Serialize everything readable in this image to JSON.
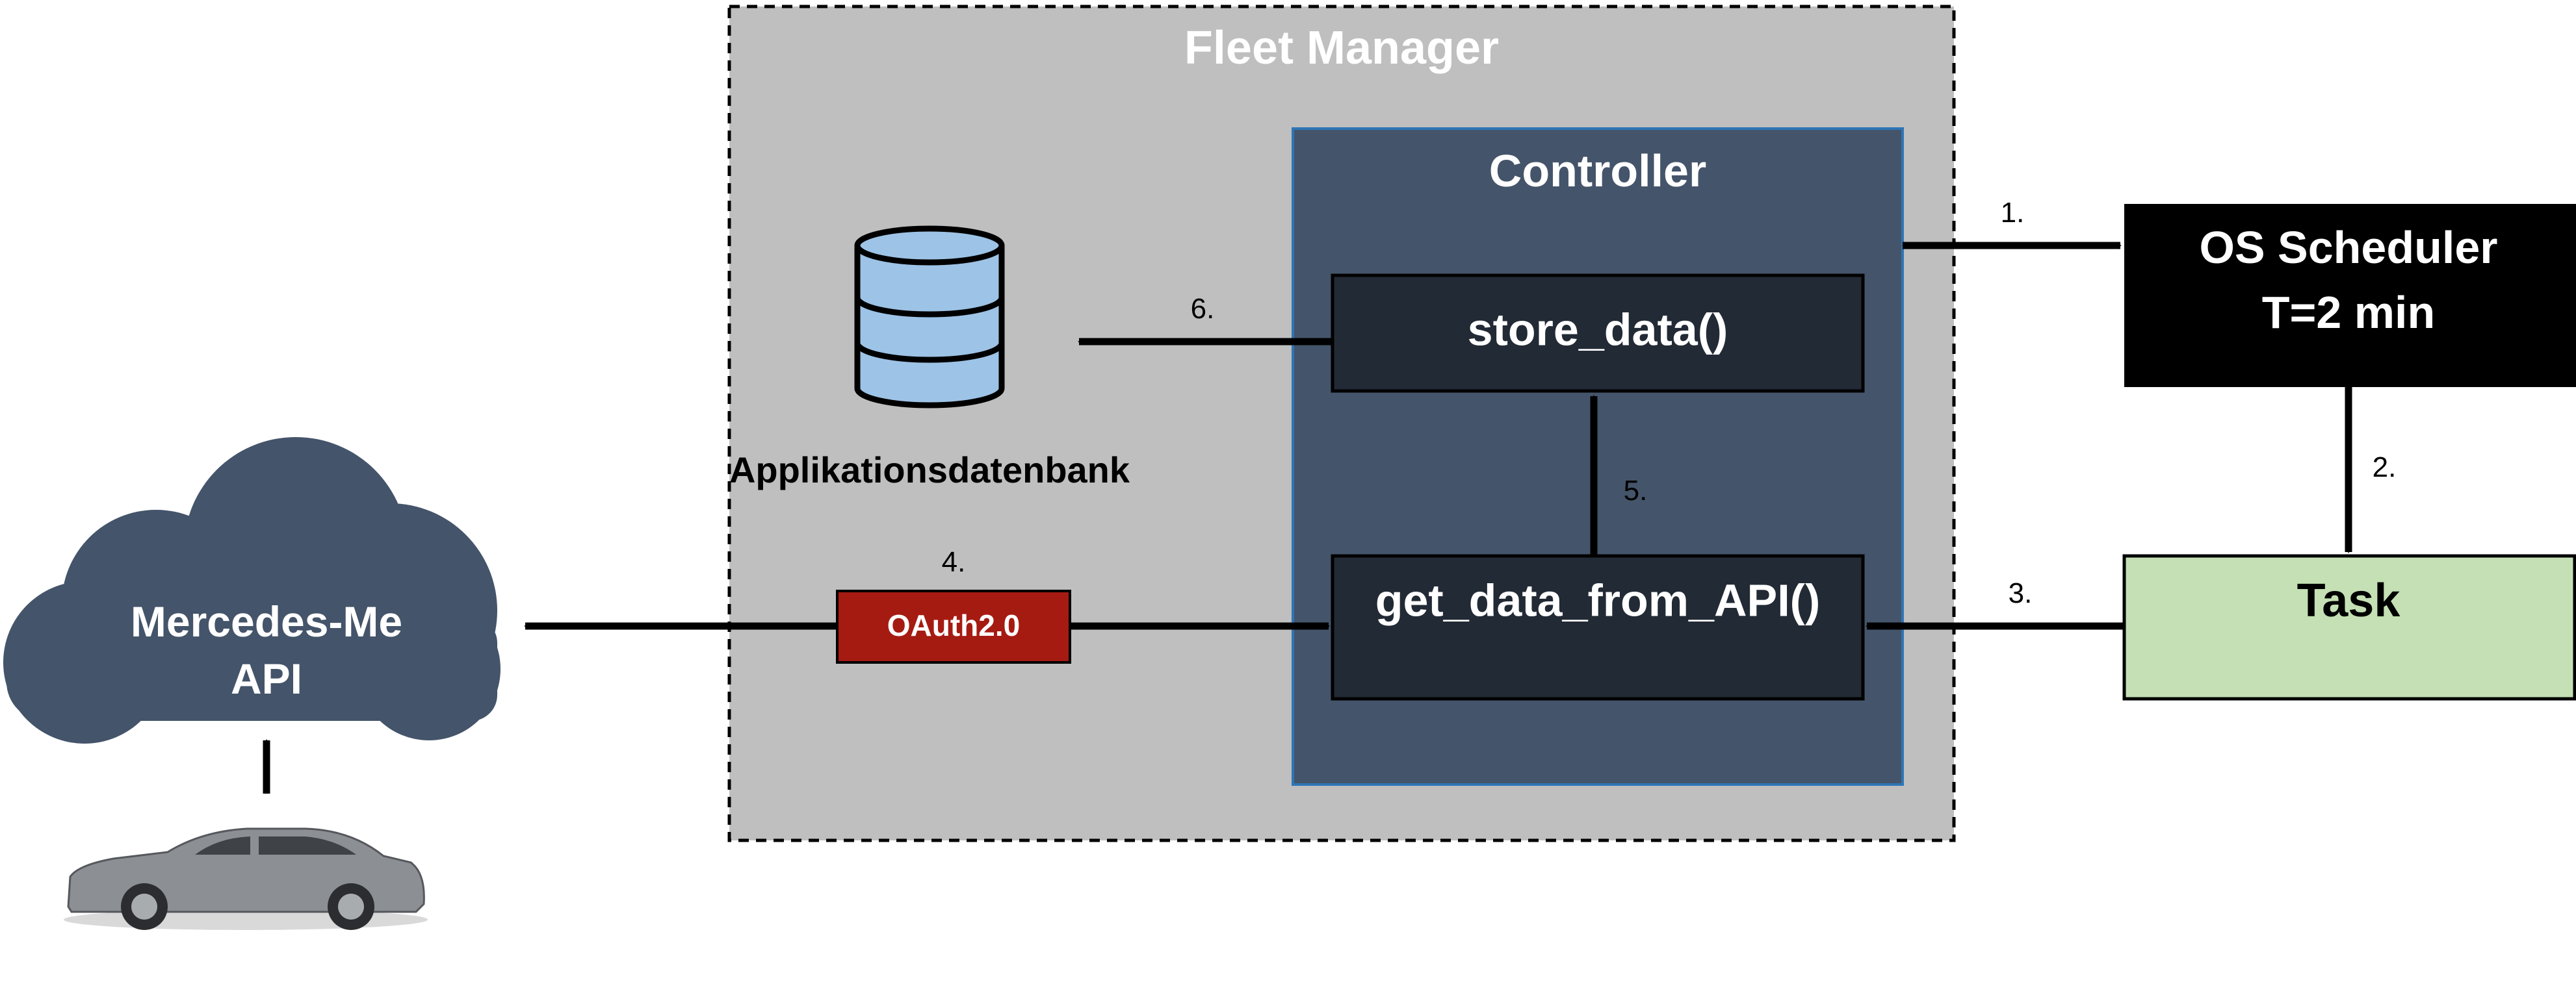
{
  "fleet_manager": {
    "title": "Fleet Manager",
    "fill": "#bfbfbf"
  },
  "controller": {
    "title": "Controller",
    "fill": "#44546a",
    "functions": {
      "store": "store_data()",
      "get": "get_data_from_API()"
    },
    "function_fill": "#222a35"
  },
  "database": {
    "label": "Applikationsdatenbank",
    "fill": "#9dc3e6"
  },
  "cloud": {
    "line1": "Mercedes-Me",
    "line2": "API",
    "fill": "#44546a"
  },
  "oauth": {
    "label": "OAuth2.0",
    "fill": "#a51b12"
  },
  "scheduler": {
    "line1": "OS Scheduler",
    "line2": "T=2 min",
    "fill": "#000000"
  },
  "task": {
    "label": "Task",
    "fill": "#c5e0b4"
  },
  "steps": {
    "s1": "1.",
    "s2": "2.",
    "s3": "3.",
    "s4": "4.",
    "s5": "5.",
    "s6": "6."
  },
  "car": {
    "icon": "car-icon",
    "color": "#8c8f93"
  }
}
